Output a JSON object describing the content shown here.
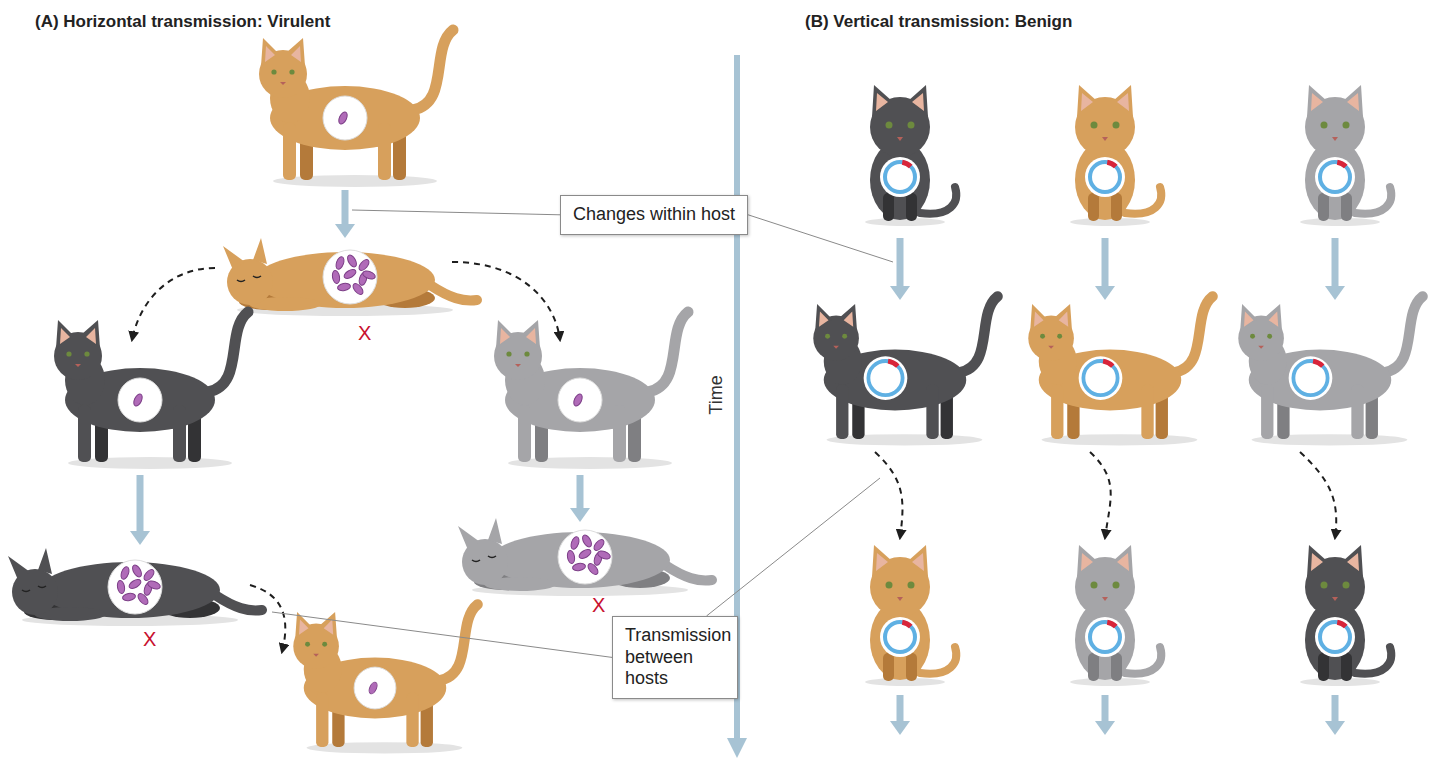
{
  "diagram": {
    "nodes": [
      {
        "text": [
          "Changes within host"
        ]
      },
      {
        "text": [
          "Transmission between hosts"
        ]
      }
    ],
    "labels": [
      "(A) Horizontal transmission: Virulent",
      "(B) Vertical transmission: Benign",
      "X",
      "X",
      "X",
      "Time"
    ]
  }
}
